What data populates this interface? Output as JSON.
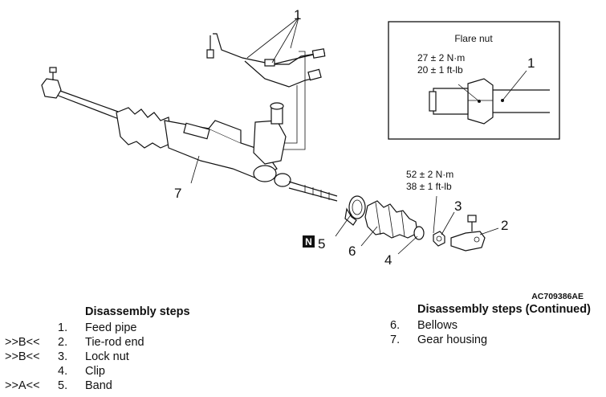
{
  "figure_code": "AC709386AE",
  "inset": {
    "title": "Flare nut",
    "torque_line1": "27 ± 2 N·m",
    "torque_line2": "20 ± 1 ft-lb",
    "callout": "1"
  },
  "torque_tie_rod": {
    "line1": "52 ± 2 N·m",
    "line2": "38 ± 1 ft-lb"
  },
  "callouts": {
    "c1": "1",
    "c2": "2",
    "c3": "3",
    "c4": "4",
    "c5": "5",
    "c6": "6",
    "c7": "7",
    "n_badge": "N"
  },
  "steps_left": {
    "title": "Disassembly steps",
    "items": [
      {
        "ref": "",
        "num": "1.",
        "text": "Feed pipe"
      },
      {
        "ref": ">>B<<",
        "num": "2.",
        "text": "Tie-rod end"
      },
      {
        "ref": ">>B<<",
        "num": "3.",
        "text": "Lock nut"
      },
      {
        "ref": "",
        "num": "4.",
        "text": "Clip"
      },
      {
        "ref": ">>A<<",
        "num": "5.",
        "text": "Band"
      }
    ]
  },
  "steps_right": {
    "title": "Disassembly steps (Continued)",
    "items": [
      {
        "num": "6.",
        "text": "Bellows"
      },
      {
        "num": "7.",
        "text": "Gear housing"
      }
    ]
  }
}
